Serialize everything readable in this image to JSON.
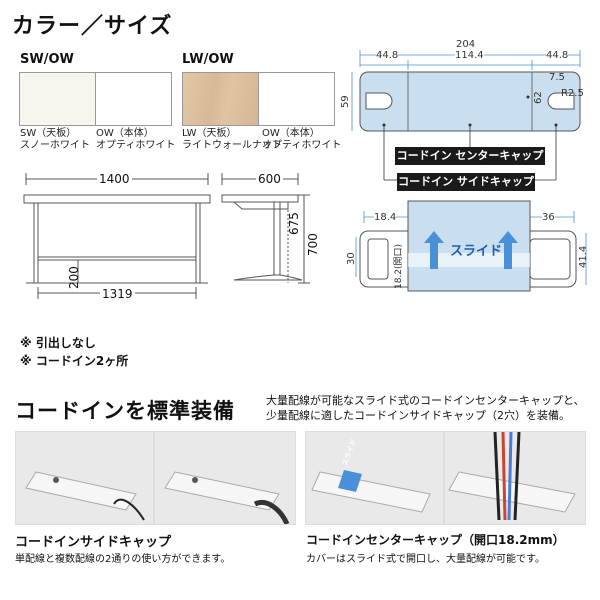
{
  "header": {
    "title": "カラー／サイズ"
  },
  "colors": {
    "sets": [
      {
        "name": "SW/OW",
        "swatches": [
          {
            "color": "#f7f5ee",
            "label_top": "SW（天板）",
            "label_bottom": "スノーホワイト"
          },
          {
            "color": "#ffffff",
            "label_top": "OW（本体）",
            "label_bottom": "オプティホワイト"
          }
        ]
      },
      {
        "name": "LW/OW",
        "swatches": [
          {
            "color": "#dcc0a0",
            "label_top": "LW（天板）",
            "label_bottom": "ライトウォールナット"
          },
          {
            "color": "#ffffff",
            "label_top": "OW（本体）",
            "label_bottom": "オプティホワイト"
          }
        ]
      }
    ]
  },
  "desk_dims": {
    "width": "1400",
    "depth": "600",
    "height": "700",
    "inner_height": "675",
    "leg_height": "200",
    "inner_width": "1319"
  },
  "cap_dims": {
    "total": "204",
    "side_left": "44.8",
    "center": "114.4",
    "side_right": "44.8",
    "height": "59",
    "hole": "7.5",
    "radius": "R2.5",
    "offset": "62",
    "slide_left": "18.4",
    "slide_right": "36",
    "slide_h_left": "30",
    "slide_h_right": "41.4",
    "opening": "18.2(開口)"
  },
  "labels": {
    "center_cap": "コードイン センターキャップ",
    "side_cap": "コードイン サイドキャップ",
    "slide": "スライド"
  },
  "notes": [
    "※ 引出しなし",
    "※ コードイン2ヶ所"
  ],
  "section2": {
    "title": "コードインを標準装備",
    "description_1": "大量配線が可能なスライド式のコードインセンターキャップと、",
    "description_2": "少量配線に適したコードインサイドキャップ（2穴）を装備。"
  },
  "features": [
    {
      "title": "コードインサイドキャップ",
      "caption": "単配線と複数配線の2通りの使い方ができます。"
    },
    {
      "title": "コードインセンターキャップ（開口18.2mm）",
      "caption": "カバーはスライド式で開口し、大量配線が可能です。"
    }
  ],
  "photo_label": "スライド",
  "accent": {
    "blue": "#4a90d9",
    "cap_fill": "#c9dff0",
    "dark": "#1a1a1a"
  }
}
